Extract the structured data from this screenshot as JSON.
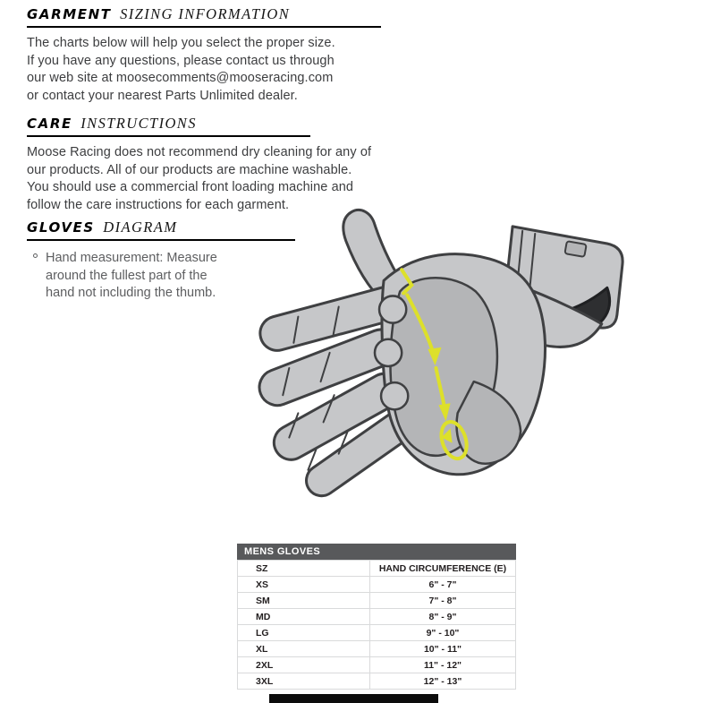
{
  "sections": {
    "garment": {
      "title_lead": "GARMENT",
      "title_rest": "SIZING INFORMATION",
      "body": "The charts below will help you select the proper size.\nIf you have any questions, please contact us through\nour web site at moosecomments@mooseracing.com\nor contact your nearest Parts Unlimited dealer."
    },
    "care": {
      "title_lead": "CARE",
      "title_rest": "INSTRUCTIONS",
      "body": "Moose Racing does not recommend dry cleaning for any of\nour products. All of our products are machine washable.\nYou should use a commercial front loading machine and\nfollow the care instructions for each garment."
    },
    "gloves": {
      "title_lead": "GLOVES",
      "title_rest": "DIAGRAM",
      "bullet": "Hand measurement: Measure\naround the fullest part of the\nhand not including the thumb."
    }
  },
  "gloves_table": {
    "title": "MENS GLOVES",
    "columns": [
      "SZ",
      "HAND CIRCUMFERENCE (E)"
    ],
    "rows": [
      {
        "sz": "XS",
        "circ": "6\" - 7\""
      },
      {
        "sz": "SM",
        "circ": "7\" - 8\""
      },
      {
        "sz": "MD",
        "circ": "8\" - 9\""
      },
      {
        "sz": "LG",
        "circ": "9\" - 10\""
      },
      {
        "sz": "XL",
        "circ": "10\" - 11\""
      },
      {
        "sz": "2XL",
        "circ": "11\" - 12\""
      },
      {
        "sz": "3XL",
        "circ": "12\" - 13\""
      }
    ]
  },
  "diagram": {
    "description": "glove-hand-measurement-diagram"
  },
  "colors": {
    "heading_text": "#000000",
    "body_text": "#3c3d3f",
    "bullet_text": "#5d5e60",
    "table_title_bg": "#58595b",
    "table_title_text": "#ffffff",
    "table_text": "#231f20",
    "table_border": "#d9dadb",
    "glove_fill": "#c6c7c9",
    "glove_outline": "#3f4042",
    "palm_fill": "#b4b5b7",
    "strap_fill": "#2e2f31",
    "measure_line": "#dde02a",
    "footer_bar": "#0c0c0c"
  }
}
